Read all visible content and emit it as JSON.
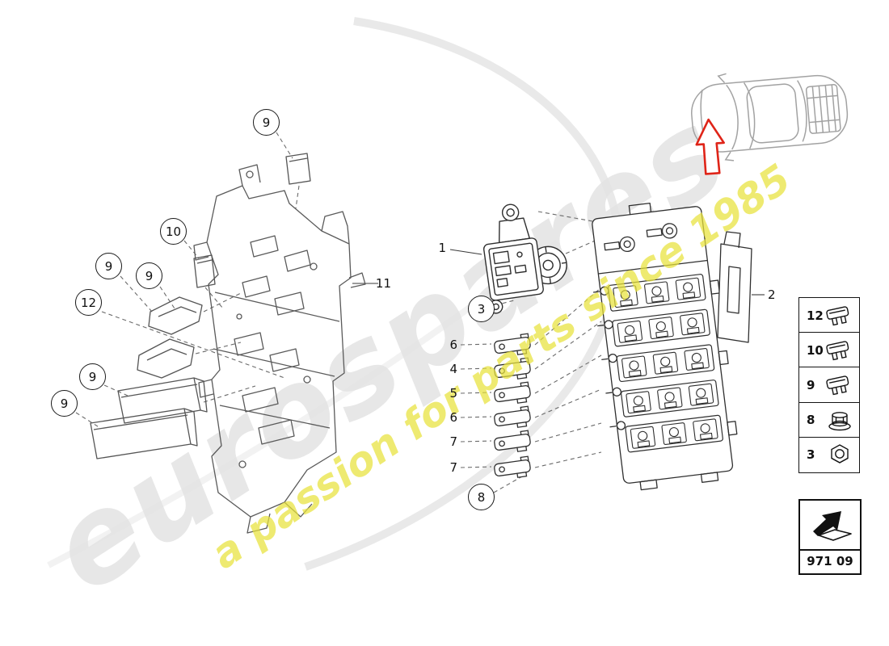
{
  "watermark": {
    "brand": "eurospares",
    "tagline": "a passion for parts since 1985",
    "brand_color": "#d8d8d8",
    "tagline_color": "#e8e23b"
  },
  "diagram": {
    "part_code": "971 09",
    "accent_red": "#df2418",
    "line_color": "#3f3f3f"
  },
  "callouts": {
    "circled": [
      {
        "label": "9"
      },
      {
        "label": "10"
      },
      {
        "label": "9"
      },
      {
        "label": "9"
      },
      {
        "label": "12"
      },
      {
        "label": "9"
      },
      {
        "label": "9"
      },
      {
        "label": "3"
      },
      {
        "label": "8"
      }
    ],
    "plain": [
      {
        "label": "1"
      },
      {
        "label": "11"
      },
      {
        "label": "2"
      },
      {
        "label": "6"
      },
      {
        "label": "4"
      },
      {
        "label": "5"
      },
      {
        "label": "6"
      },
      {
        "label": "7"
      },
      {
        "label": "7"
      }
    ]
  },
  "legend": {
    "items": [
      {
        "label": "12",
        "icon": "blade-fuse"
      },
      {
        "label": "10",
        "icon": "blade-fuse"
      },
      {
        "label": "9",
        "icon": "blade-fuse"
      },
      {
        "label": "8",
        "icon": "flange-nut"
      },
      {
        "label": "3",
        "icon": "hex-nut"
      }
    ]
  }
}
